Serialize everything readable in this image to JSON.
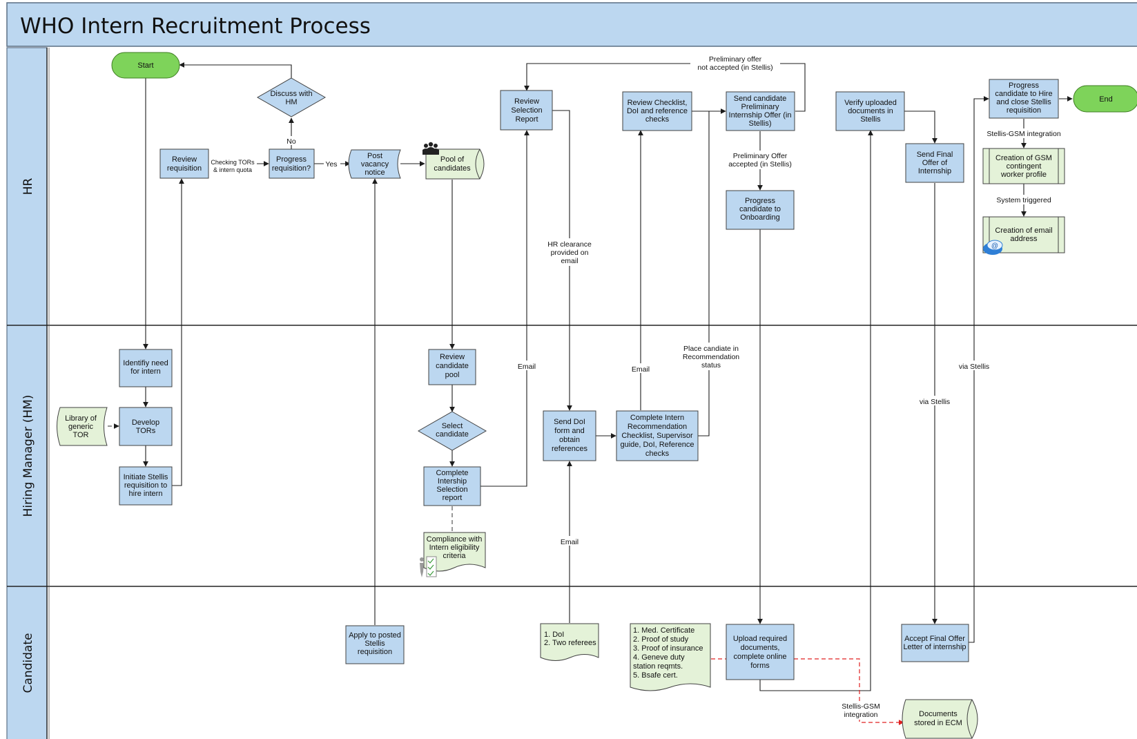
{
  "title": "WHO Intern Recruitment Process",
  "colors": {
    "header": "#bcd7f0",
    "process": "#bcd7f0",
    "terminator": "#7ed35a",
    "document": "#e4f2d8",
    "ecm_link": "#e02020"
  },
  "lanes": {
    "hr": "HR",
    "hm": "Hiring Manager (HM)",
    "candidate": "Candidate"
  },
  "nodes": {
    "start": "Start",
    "end": "End",
    "discuss": [
      "Discuss with",
      "HM"
    ],
    "review_req": [
      "Review",
      "requisition"
    ],
    "progress_req": [
      "Progress",
      "requisition?"
    ],
    "post_vacancy": [
      "Post",
      "vacancy",
      "notice"
    ],
    "pool": [
      "Pool of",
      "candidates"
    ],
    "review_selection": [
      "Review",
      "Selection",
      "Report"
    ],
    "review_checklist": [
      "Review Checklist,",
      "DoI and reference",
      "checks"
    ],
    "send_prelim": [
      "Send candidate",
      "Preliminary",
      "Internship Offer (in",
      "Stellis)"
    ],
    "progress_onboarding": [
      "Progress",
      "candidate to",
      "Onboarding"
    ],
    "verify_docs": [
      "Verify uploaded",
      "documents in",
      "Stellis"
    ],
    "send_final": [
      "Send Final",
      "Offer of",
      "Internship"
    ],
    "progress_hire": [
      "Progress",
      "candidate to Hire",
      "and close Stellis",
      "requisition"
    ],
    "gsm_profile": [
      "Creation of GSM",
      "contingent",
      "worker profile"
    ],
    "email_address": [
      "Creation of  email",
      "address"
    ],
    "identify_need": [
      "Identifiy need",
      "for intern"
    ],
    "develop_tors": [
      "Develop",
      "TORs"
    ],
    "library_tor": [
      "Library of",
      "generic",
      "TOR"
    ],
    "initiate_stellis": [
      "Initiate Stellis",
      "requisition to",
      "hire intern"
    ],
    "review_pool": [
      "Review",
      "candidate",
      "pool"
    ],
    "select_candidate": [
      "Select",
      "candidate"
    ],
    "complete_selection": [
      "Complete",
      "Intership",
      "Selection",
      "report"
    ],
    "compliance": [
      "Compliance with",
      "Intern eligibility",
      "criteria"
    ],
    "send_doi": [
      "Send DoI",
      "form and",
      "obtain",
      "references"
    ],
    "complete_checklist": [
      "Complete Intern",
      "Recommendation",
      "Checklist, Supervisor",
      "guide, DoI, Reference",
      "checks"
    ],
    "apply": [
      "Apply to posted",
      "Stellis",
      "requisition"
    ],
    "doi_refs": [
      "1. DoI",
      "2. Two referees"
    ],
    "docs_list": [
      "1. Med. Certificate",
      "2. Proof of study",
      "3. Proof of insurance",
      "4. Geneve duty",
      "station reqmts.",
      "5. Bsafe cert."
    ],
    "upload_docs": [
      "Upload required",
      "documents,",
      "complete online",
      "forms"
    ],
    "accept_final": [
      "Accept Final Offer",
      "Letter of internship"
    ],
    "docs_ecm": [
      "Documents",
      "stored in ECM"
    ]
  },
  "labels": {
    "no": "No",
    "yes": "Yes",
    "checking_tors": [
      "Checking TORs",
      "& intern quota"
    ],
    "prelim_not_accepted": [
      "Preliminary offer",
      "not accepted (in Stellis)"
    ],
    "prelim_accepted": [
      "Preliminary Offer",
      "accepted (in Stellis)"
    ],
    "hr_clearance": [
      "HR clearance",
      "provided on",
      "email"
    ],
    "email_selection": "Email",
    "email_checklist": "Email",
    "email_candidate": "Email",
    "place_candidate": [
      "Place candiate in",
      "Recommendation",
      "status"
    ],
    "via_stellis_final": "via Stellis",
    "via_stellis_hire": "via Stellis",
    "stellis_gsm_integration": "Stellis-GSM integration",
    "system_triggered": "System triggered",
    "stellis_gsm_ecm": [
      "Stellis-GSM",
      "integration"
    ]
  }
}
